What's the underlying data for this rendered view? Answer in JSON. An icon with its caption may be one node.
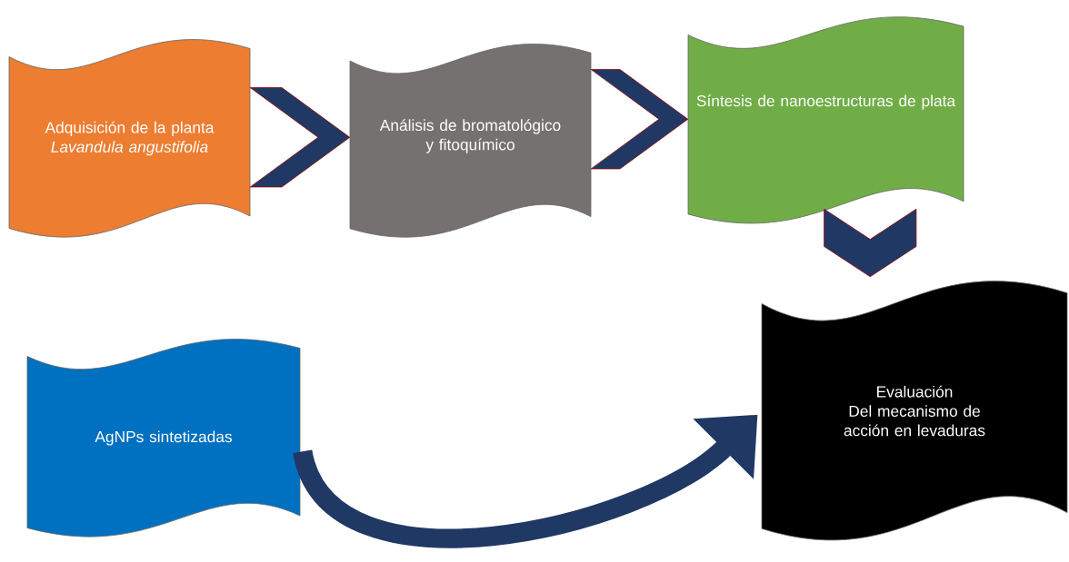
{
  "diagram": {
    "nodes": [
      {
        "text": [
          "Adquisición de la planta",
          "Lavandula angustifolia"
        ]
      },
      {
        "text": [
          "Análisis de bromatológico y fitoquímico"
        ]
      },
      {
        "text": [
          "Síntesis de nanoestructuras de plata"
        ]
      },
      {
        "text": [
          "AgNPs sintetizadas"
        ]
      },
      {
        "text": [
          "Evaluación",
          "Del mecanismo de acción en levaduras"
        ]
      }
    ],
    "edges": [
      {
        "from": 0,
        "to": 1,
        "arrow": "to"
      },
      {
        "from": 1,
        "to": 2,
        "arrow": "to"
      },
      {
        "from": 2,
        "to": 4,
        "arrow": "to"
      },
      {
        "from": 3,
        "to": 4,
        "arrow": "to"
      }
    ]
  }
}
